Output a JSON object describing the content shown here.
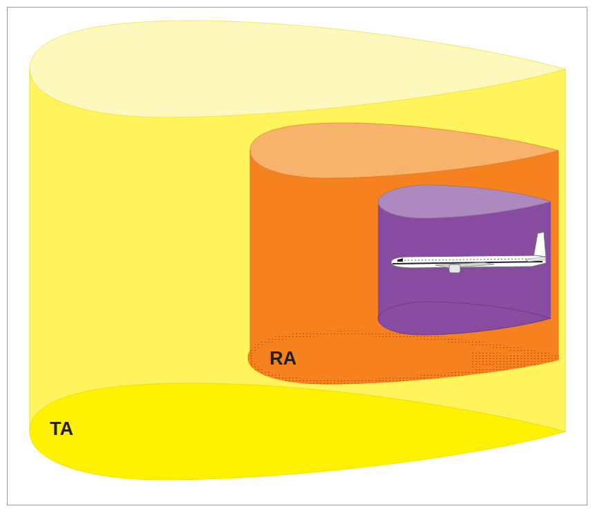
{
  "diagram": {
    "nodes": [
      {
        "text": [
          "TA"
        ]
      },
      {
        "text": [
          "RA"
        ],
        "in": 0
      }
    ]
  }
}
